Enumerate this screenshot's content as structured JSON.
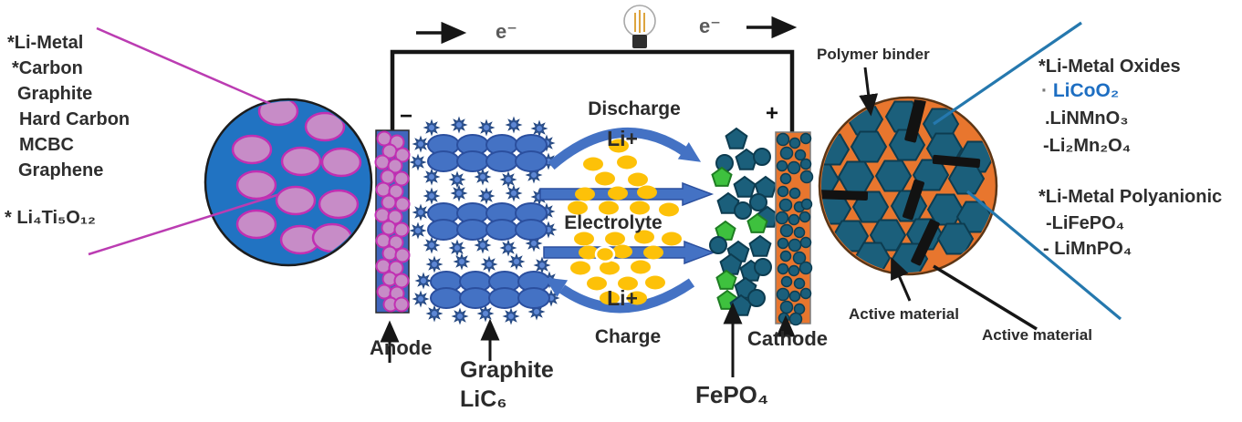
{
  "title": "Lithium-ion battery schematic",
  "anode_materials": {
    "lines": [
      "*Li-Metal",
      "*Carbon",
      "Graphite",
      "Hard Carbon",
      "MCBC",
      "Graphene"
    ],
    "lto": "* Li₄Ti₅O₁₂"
  },
  "cathode_materials": {
    "oxides_header": "*Li-Metal Oxides",
    "licoo2_bullet": "·",
    "licoo2": "LiCoO₂",
    "linmno3": ".LiNMnO₃",
    "li2mn2o4": "-Li₂Mn₂O₄",
    "polyanionic_header": "*Li-Metal Polyanionic",
    "lifepo4": "-LiFePO₄",
    "limnpo4": "- LiMnPO₄"
  },
  "circuit": {
    "electron_left": "e⁻",
    "electron_right": "e⁻",
    "minus_terminal": "−",
    "plus_terminal": "+"
  },
  "process": {
    "discharge": "Discharge",
    "charge": "Charge",
    "electrolyte": "Electrolyte",
    "li_ion_top": "Li+",
    "li_ion_bottom": "Li+"
  },
  "labels": {
    "anode": "Anode",
    "cathode": "Cathode",
    "graphite": "Graphite",
    "lic6": "LiC₆",
    "fepo4": "FePO₄",
    "polymer_binder": "Polymer binder",
    "active_material_inner": "Active material",
    "active_material_outer": "Active material"
  },
  "colors": {
    "blue_matrix": "#2173c2",
    "pink_particle": "#c78cc7",
    "pink_particle_edge": "#c12fb2",
    "anode_bar": "#4066bd",
    "graphite_blue": "#4472c4",
    "graphite_dark": "#2f5597",
    "ion_yellow": "#fdc108",
    "arrow_blue": "#4472c4",
    "orange_matrix": "#e8762e",
    "teal": "#1b5f7b",
    "teal_edge": "#0d3c50",
    "green": "#3ec13e",
    "green_edge": "#1e7d22",
    "magenta_line": "#bb3cb2",
    "blue_line": "#2578ae",
    "wire_black": "#161616"
  }
}
